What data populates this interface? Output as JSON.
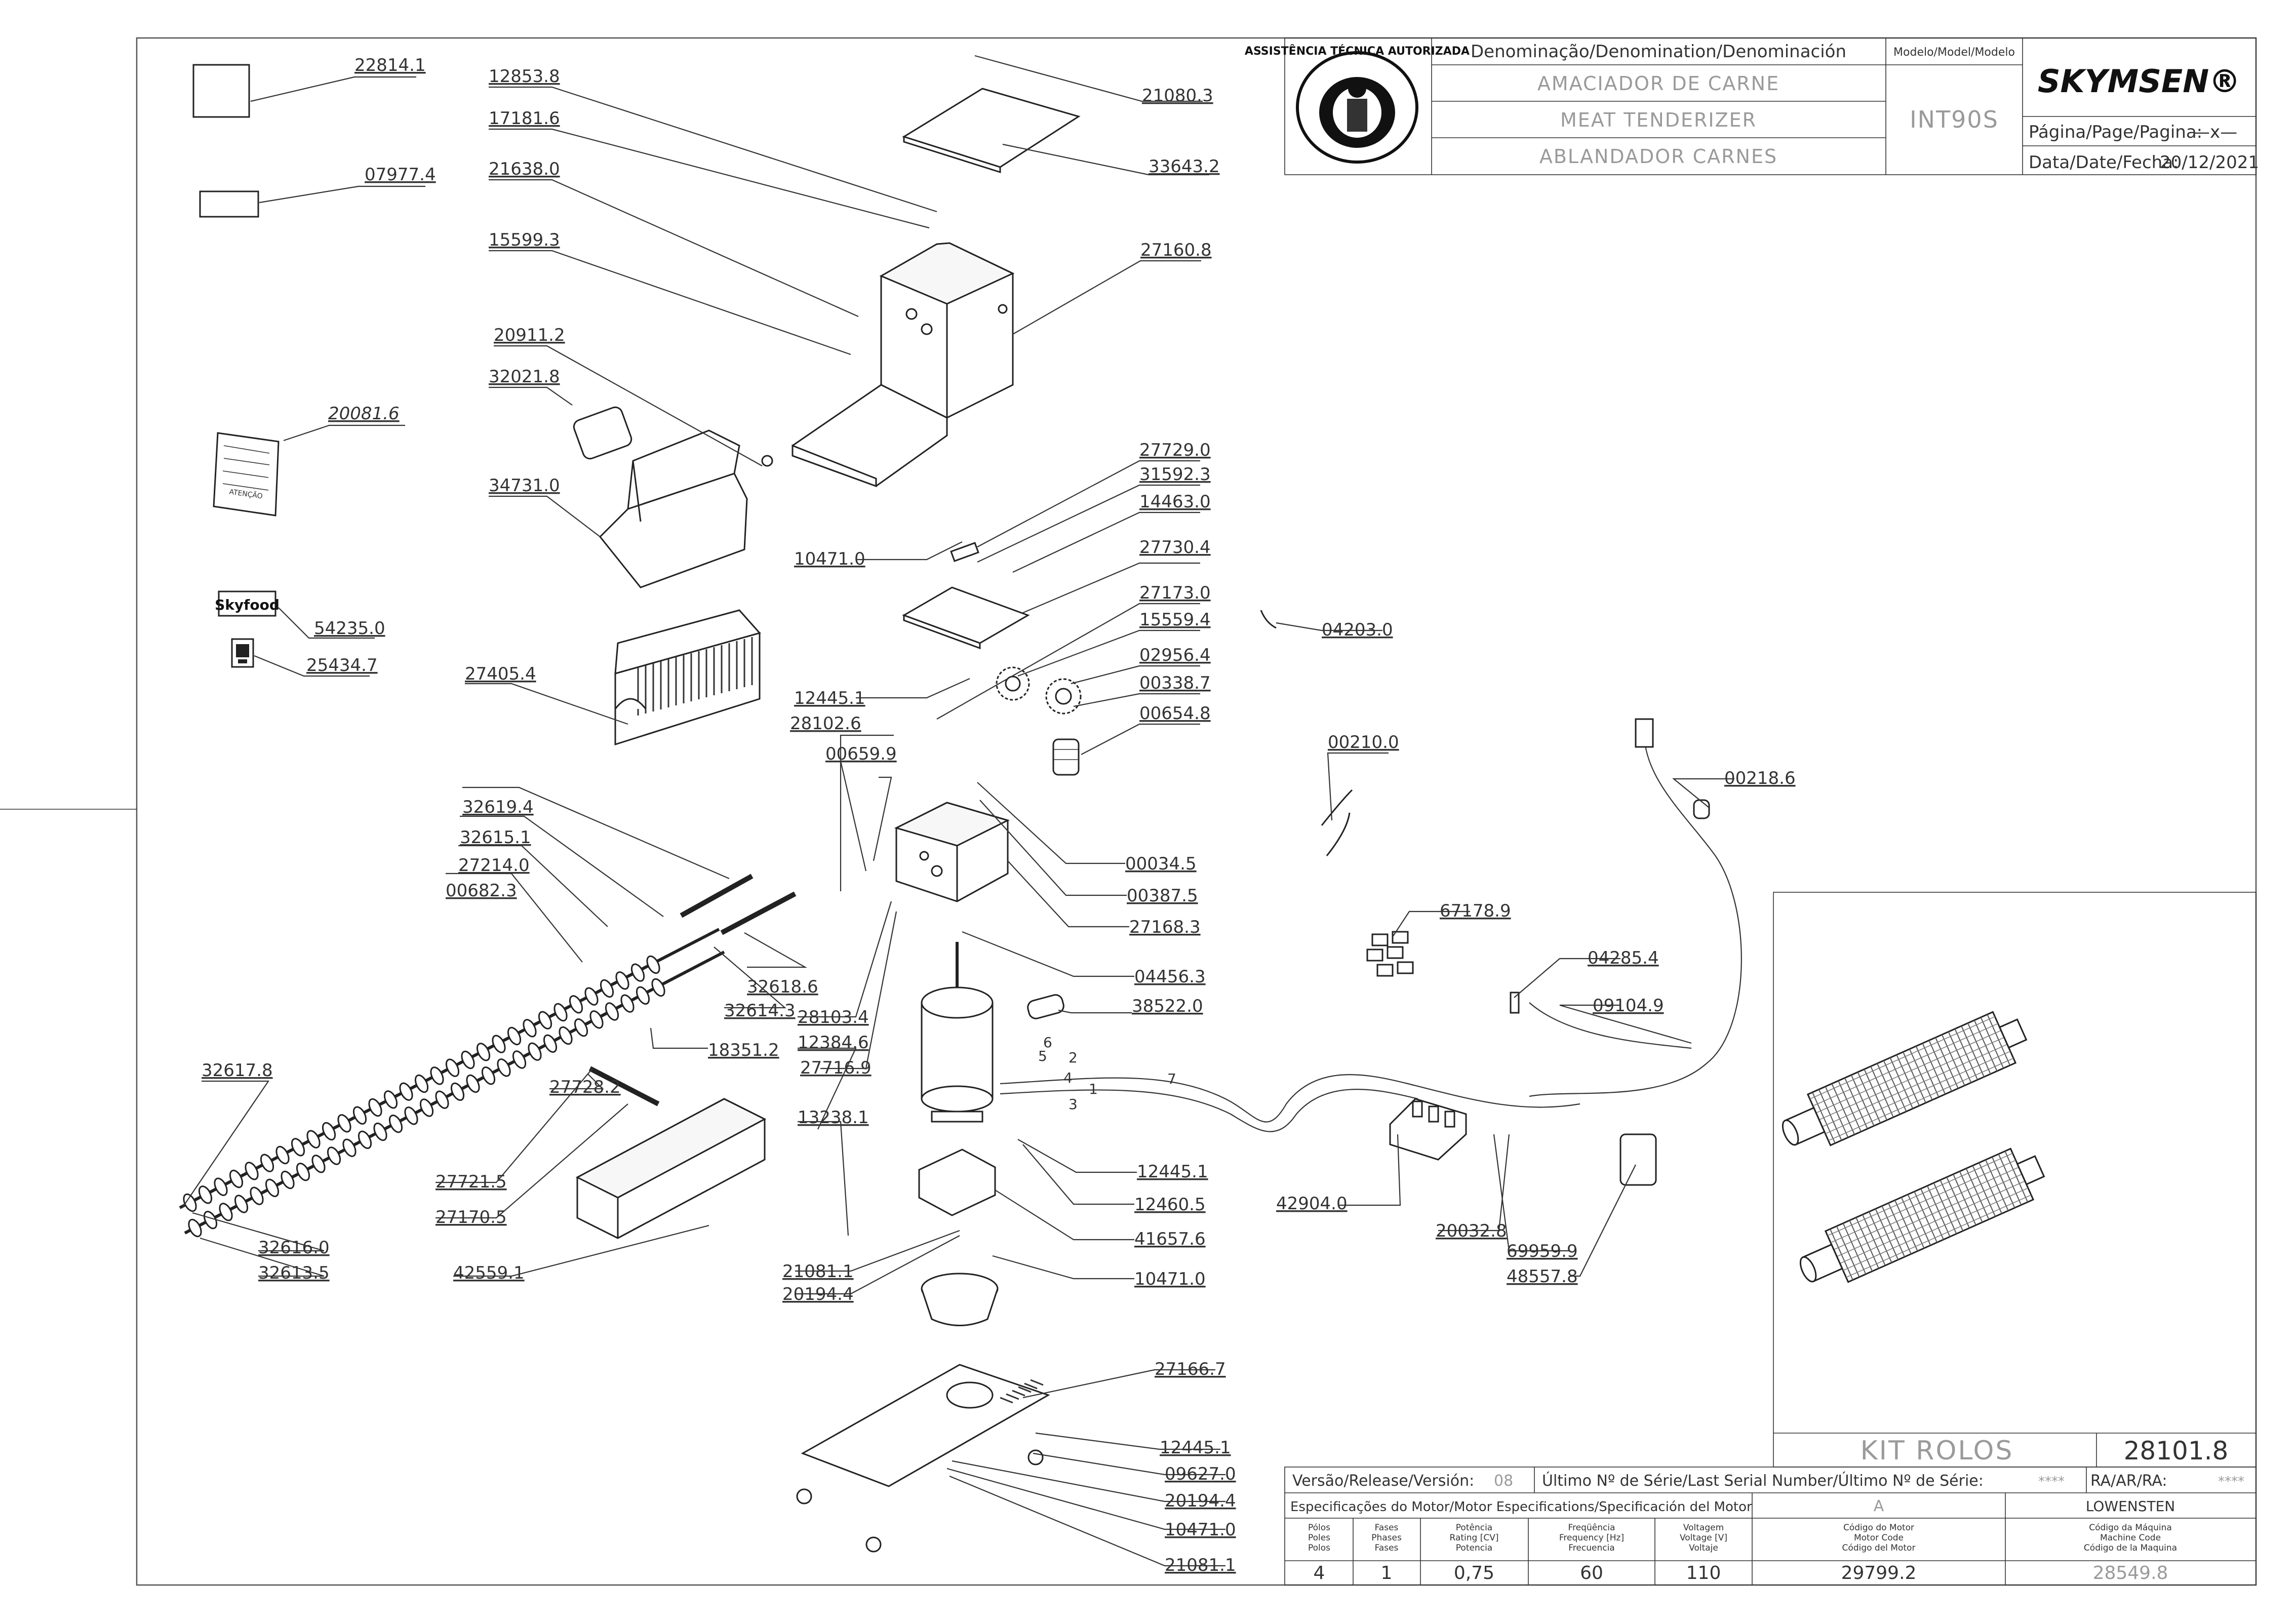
{
  "title_block": {
    "denomination_header": "Denominação/Denomination/Denominación",
    "name_pt": "AMACIADOR DE CARNE",
    "name_en": "MEAT TENDERIZER",
    "name_es": "ABLANDADOR CARNES",
    "model_header": "Modelo/Model/Modelo",
    "model": "INT90S",
    "brand": "SKYMSEN®",
    "page_label": "Página/Page/Pagina:",
    "page_value": "—x—",
    "date_label": "Data/Date/Fecha:",
    "date_value": "20/12/2021",
    "stamp_text": "ASSISTÊNCIA TÉCNICA AUTORIZADA"
  },
  "kit": {
    "name": "KIT ROLOS",
    "code": "28101.8"
  },
  "bottom_block": {
    "release_label": "Versão/Release/Versión:",
    "release_value": "08",
    "serial_label": "Último Nº de Série/Last Serial Number/Último Nº de Série:",
    "serial_value": "****",
    "ra_label": "RA/AR/RA:",
    "ra_value": "****",
    "motor_spec_label": "Especificações do Motor/Motor Especifications/Specificación del Motor",
    "motor_letter": "A",
    "motor_brand": "LOWENSTEN",
    "headers": [
      {
        "l1": "Pólos",
        "l2": "Poles",
        "l3": "Polos"
      },
      {
        "l1": "Fases",
        "l2": "Phases",
        "l3": "Fases"
      },
      {
        "l1": "Potência",
        "l2": "Rating [CV]",
        "l3": "Potencia"
      },
      {
        "l1": "Freqüência",
        "l2": "Frequency [Hz]",
        "l3": "Frecuencia"
      },
      {
        "l1": "Voltagem",
        "l2": "Voltage [V]",
        "l3": "Voltaje"
      },
      {
        "l1": "Código do Motor",
        "l2": "Motor Code",
        "l3": "Código del Motor"
      },
      {
        "l1": "Código da Máquina",
        "l2": "Machine Code",
        "l3": "Código de la Maquina"
      }
    ],
    "values": [
      "4",
      "1",
      "0,75",
      "60",
      "110",
      "29799.2",
      "28549.8"
    ]
  },
  "labels_left": [
    "22814.1",
    "07977.4",
    "20081.6",
    "54235.0",
    "25434.7",
    "27405.4",
    "32619.4",
    "32615.1",
    "27214.0",
    "00682.3",
    "32617.8",
    "32616.0",
    "32613.5"
  ],
  "labels_center": [
    "12853.8",
    "17181.6",
    "21638.0",
    "15599.3",
    "20911.2",
    "32021.8",
    "34731.0",
    "21080.3",
    "33643.2",
    "27160.8",
    "27729.0",
    "31592.3",
    "14463.0",
    "10471.0",
    "27730.4",
    "27173.0",
    "15559.4",
    "02956.4",
    "00338.7",
    "00654.8",
    "12445.1",
    "28102.6",
    "00659.9",
    "00034.5",
    "00387.5",
    "27168.3",
    "04456.3",
    "38522.0",
    "32618.6",
    "32614.3",
    "28103.4",
    "12384.6",
    "27716.9",
    "18351.2",
    "27728.2",
    "27721.5",
    "27170.5",
    "42559.1",
    "13238.1",
    "12445.1",
    "12460.5",
    "41657.6",
    "21081.1",
    "20194.4",
    "10471.0",
    "27166.7",
    "12445.1",
    "09627.0",
    "20194.4",
    "10471.0",
    "21081.1"
  ],
  "labels_right": [
    "04203.0",
    "00210.0",
    "00218.6",
    "67178.9",
    "04285.4",
    "09104.9",
    "42904.0",
    "20032.8",
    "69959.9",
    "48557.8"
  ],
  "wire_numbers": [
    "6",
    "5",
    "2",
    "4",
    "1",
    "3",
    "7"
  ],
  "skyfood_logo": "Skyfood",
  "decal_text": "ATENÇÃO"
}
